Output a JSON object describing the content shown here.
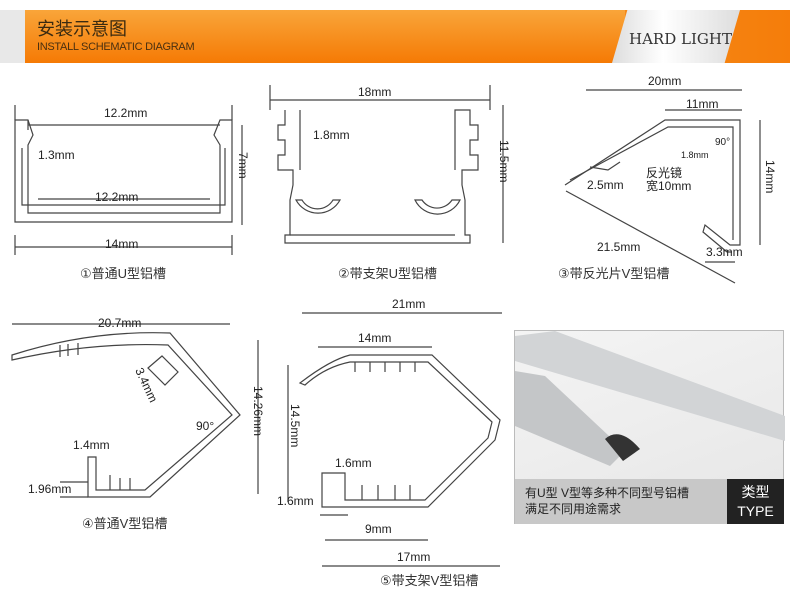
{
  "header": {
    "title": "安装示意图",
    "subtitle": "INSTALL SCHEMATIC DIAGRAM",
    "brand": "HARD LIGHT"
  },
  "diagrams": [
    {
      "caption": "①普通U型铝槽",
      "labels": {
        "top_width": "12.2mm",
        "wall": "1.3mm",
        "inner_width": "12.2mm",
        "height": "7mm",
        "outer_width": "14mm"
      }
    },
    {
      "caption": "②带支架U型铝槽",
      "labels": {
        "width": "18mm",
        "slot": "1.8mm",
        "height": "11.5mm"
      }
    },
    {
      "caption": "③带反光片V型铝槽",
      "labels": {
        "width": "20mm",
        "top": "11mm",
        "slot": "1.8mm",
        "angle": "90°",
        "reflector": "反光镜",
        "reflector_width": "宽10mm",
        "gap": "2.5mm",
        "height": "14mm",
        "diagonal": "21.5mm",
        "foot": "3.3mm"
      }
    },
    {
      "caption": "④普通V型铝槽",
      "labels": {
        "width": "20.7mm",
        "depth": "3.4mm",
        "angle": "90°",
        "height": "14.26mm",
        "slot": "1.4mm",
        "foot": "1.96mm"
      }
    },
    {
      "caption": "⑤带支架V型铝槽",
      "labels": {
        "width": "21mm",
        "top": "14mm",
        "height": "14.5mm",
        "slot": "1.6mm",
        "foot": "1.6mm",
        "base": "9mm",
        "bottom": "17mm"
      }
    }
  ],
  "photo": {
    "caption_line1": "有U型 V型等多种不同型号铝槽",
    "caption_line2": "满足不同用途需求",
    "type_cn": "类型",
    "type_en": "TYPE"
  }
}
